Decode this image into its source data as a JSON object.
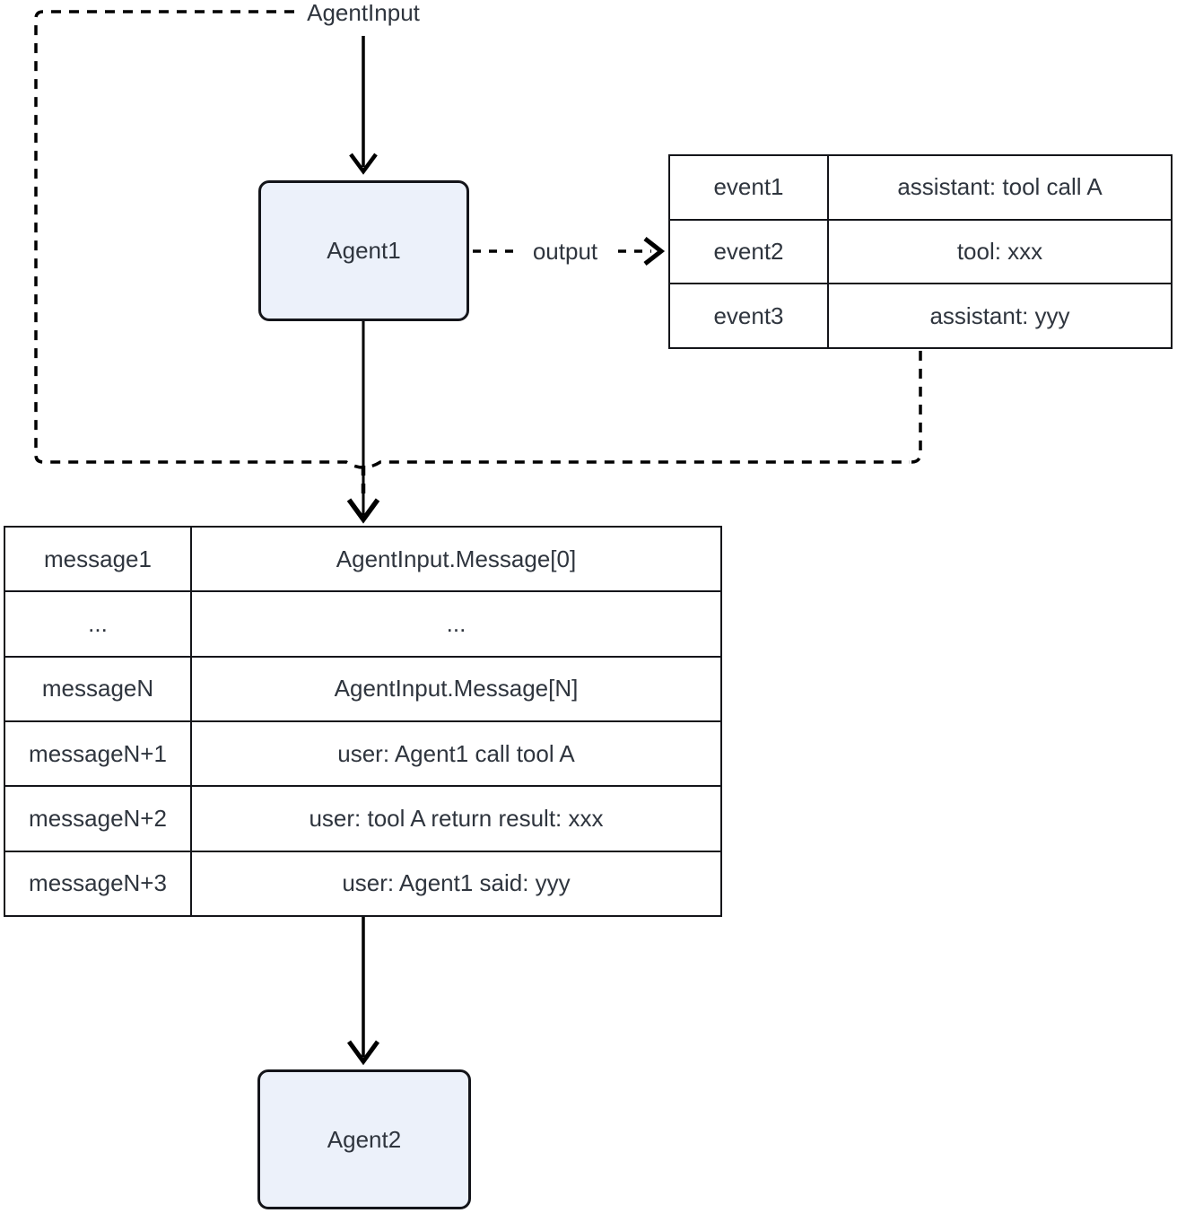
{
  "diagram": {
    "colors": {
      "background": "#ffffff",
      "line": "#000000",
      "node_fill": "#ecf1fa",
      "node_border": "#14151a",
      "text": "#2f353e"
    },
    "labels": {
      "agent_input": "AgentInput",
      "output_edge": "output"
    },
    "nodes": [
      {
        "id": "agent1",
        "label": "Agent1"
      },
      {
        "id": "agent2",
        "label": "Agent2"
      }
    ],
    "event_table": {
      "rows": [
        {
          "key": "event1",
          "value": "assistant: tool call A"
        },
        {
          "key": "event2",
          "value": "tool: xxx"
        },
        {
          "key": "event3",
          "value": "assistant: yyy"
        }
      ]
    },
    "message_table": {
      "rows": [
        {
          "key": "message1",
          "value": "AgentInput.Message[0]"
        },
        {
          "key": "...",
          "value": "..."
        },
        {
          "key": "messageN",
          "value": "AgentInput.Message[N]"
        },
        {
          "key": "messageN+1",
          "value": "user: Agent1 call tool A"
        },
        {
          "key": "messageN+2",
          "value": "user: tool A return result: xxx"
        },
        {
          "key": "messageN+3",
          "value": "user: Agent1 said: yyy"
        }
      ]
    }
  }
}
